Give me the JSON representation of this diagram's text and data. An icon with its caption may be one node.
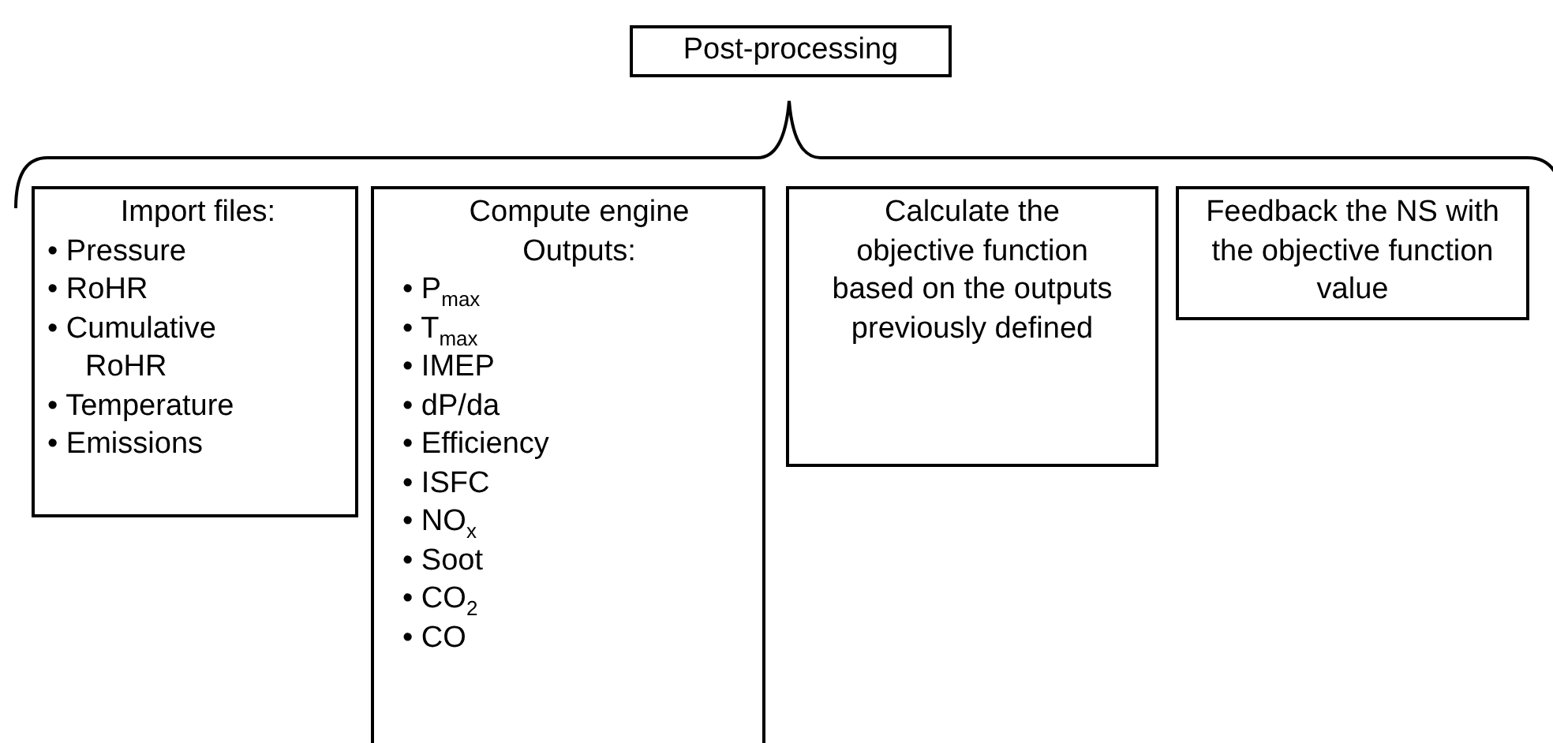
{
  "diagram": {
    "nodes": [
      {
        "text": [
          "Post-processing"
        ]
      },
      {
        "text": [
          "Import files:",
          "• Pressure",
          "• RoHR",
          "• Cumulative RoHR",
          "• Temperature",
          "• Emissions"
        ]
      },
      {
        "text": [
          "Compute engine Outputs:",
          "• P$_{max}$",
          "• T$_{max}$",
          "• IMEP",
          "• dP/da",
          "• Efficiency",
          "• ISFC",
          "• NO$_{x}$",
          "• Soot",
          "• CO$_{2}$",
          "• CO"
        ]
      },
      {
        "text": [
          "Calculate the objective function based on the outputs previously defined"
        ]
      },
      {
        "text": [
          "Feedback the NS with the objective function value"
        ]
      }
    ],
    "edges": []
  }
}
